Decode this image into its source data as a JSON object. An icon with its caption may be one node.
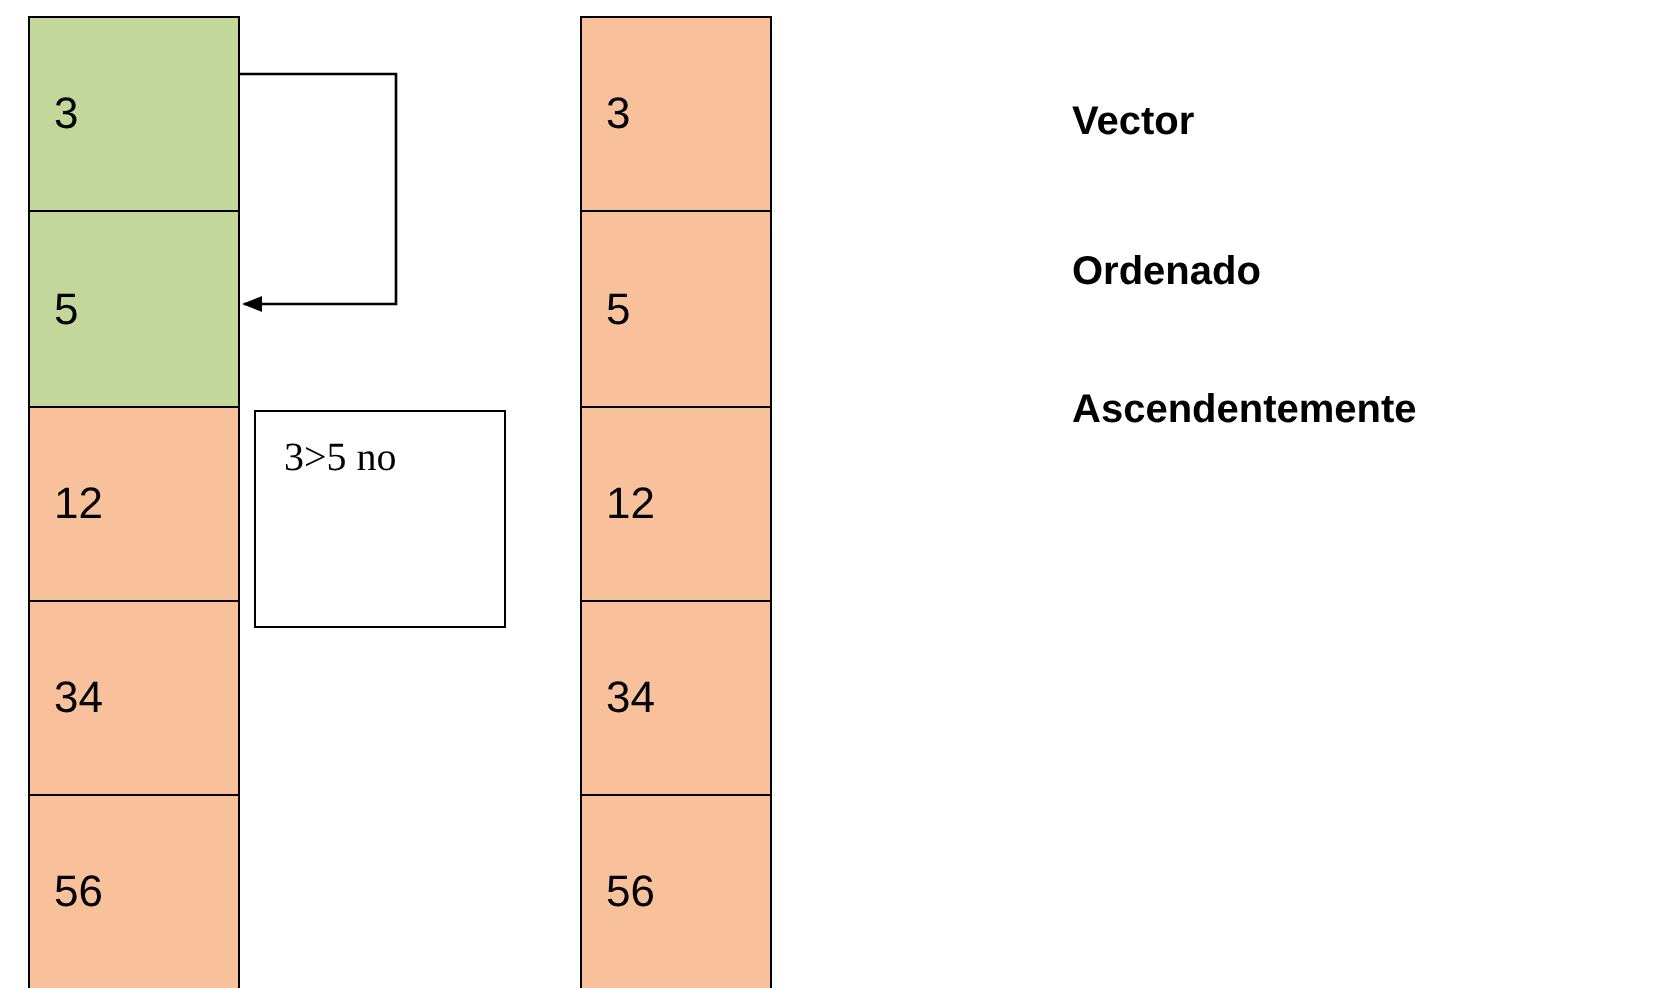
{
  "diagram": {
    "nodes": [
      {
        "text": [
          "3"
        ]
      },
      {
        "text": [
          "5"
        ]
      },
      {
        "text": [
          "12"
        ]
      },
      {
        "text": [
          "34"
        ]
      },
      {
        "text": [
          "56"
        ]
      },
      {
        "text": [
          "3>5 no"
        ]
      },
      {
        "text": [
          "3"
        ]
      },
      {
        "text": [
          "5"
        ]
      },
      {
        "text": [
          "12"
        ]
      },
      {
        "text": [
          "34"
        ]
      },
      {
        "text": [
          "56"
        ]
      }
    ],
    "edges": [
      {
        "from": 0,
        "to": 1,
        "arrow": "to"
      }
    ],
    "labels": [
      "Vector",
      "Ordenado",
      "Ascendentemente"
    ]
  }
}
